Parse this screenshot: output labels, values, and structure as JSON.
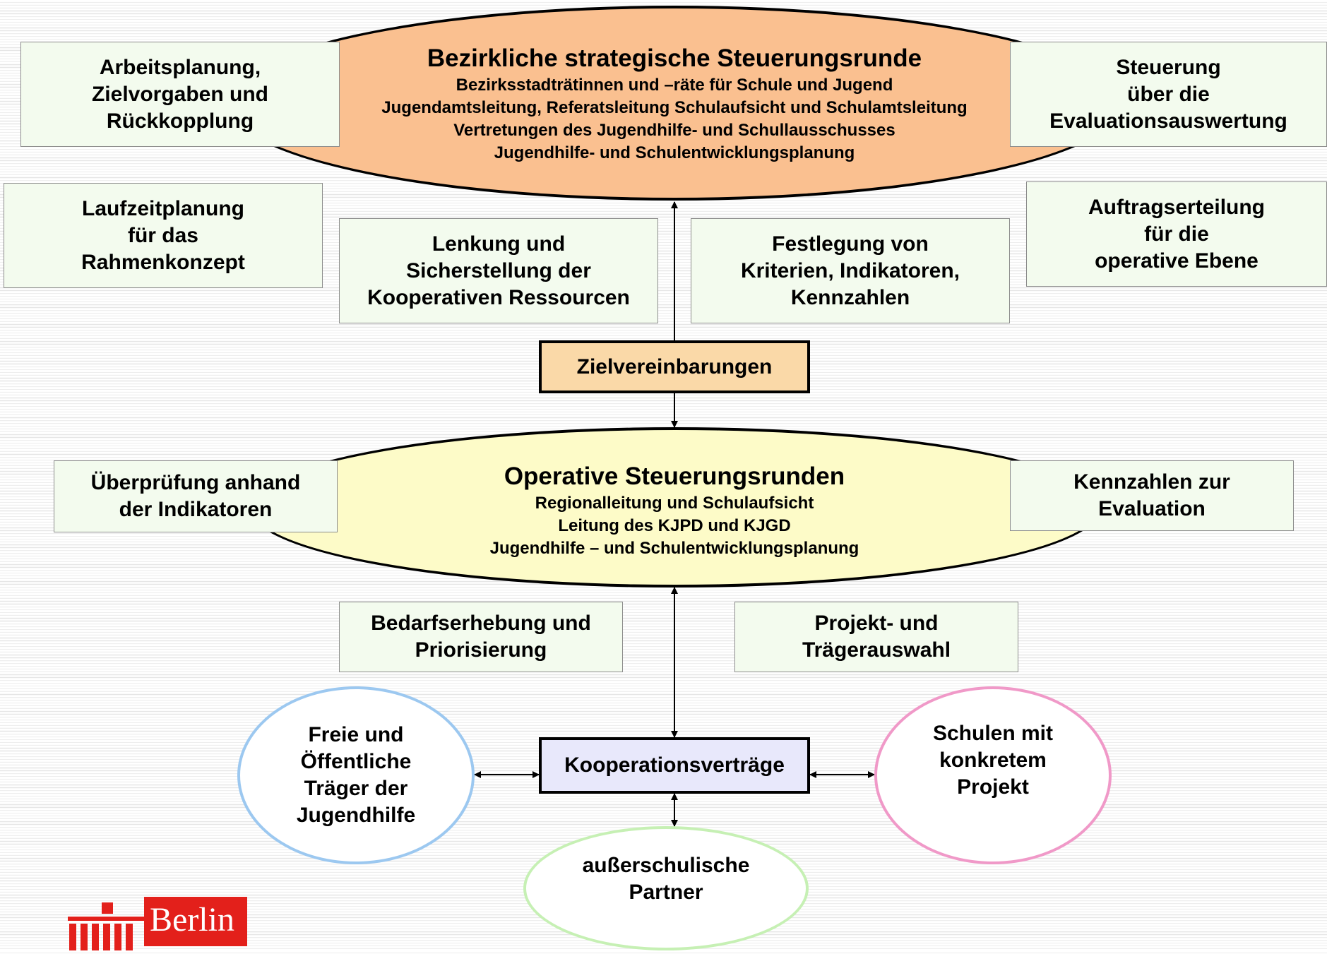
{
  "strategic": {
    "title": "Bezirkliche strategische Steuerungsrunde",
    "line1": "Bezirksstadträtinnen und –räte für Schule und Jugend",
    "line2": "Jugendamtsleitung, Referatsleitung Schulaufsicht und Schulamtsleitung",
    "line3": "Vertretungen des Jugendhilfe- und Schullausschusses",
    "line4": "Jugendhilfe- und Schulentwicklungsplanung",
    "fill": "#fac090"
  },
  "operative": {
    "title": "Operative Steuerungsrunden",
    "line1": "Regionalleitung und Schulaufsicht",
    "line2": "Leitung des KJPD und KJGD",
    "line3": "Jugendhilfe – und Schulentwicklungsplanung",
    "fill": "#fdfbc8"
  },
  "boxes": {
    "arbeitsplanung": "Arbeitsplanung,\nZielvorgaben und\nRückkopplung",
    "steuerung_eval": "Steuerung\nüber die\nEvaluationsauswertung",
    "laufzeitplanung": "Laufzeitplanung\nfür das\nRahmenkonzept",
    "auftragserteilung": "Auftragserteilung\nfür die\noperative Ebene",
    "lenkung": "Lenkung und\nSicherstellung der\nKooperativen  Ressourcen",
    "festlegung": "Festlegung von\nKriterien, Indikatoren,\nKennzahlen",
    "ueberpruefung": "Überprüfung anhand\nder Indikatoren",
    "kennzahlen": "Kennzahlen zur\nEvaluation",
    "bedarfserhebung": "Bedarfserhebung und\nPriorisierung",
    "projektauswahl": "Projekt- und\nTrägerauswahl"
  },
  "keyboxes": {
    "zielvereinbarungen": "Zielvereinbarungen",
    "zielvereinbarungen_fill": "#fad9a8",
    "kooperationsvertraege": "Kooperationsverträge",
    "kooperationsvertraege_fill": "#e8e8fb"
  },
  "partners": {
    "traeger": "Freie und\nÖffentliche\nTräger der\nJugendhilfe",
    "traeger_border": "#9cc8f0",
    "schulen": "Schulen mit\nkonkretem\nProjekt",
    "schulen_border": "#f099c8",
    "ausserschulisch": "außerschulische\nPartner",
    "ausserschulisch_border": "#c6f0b4"
  },
  "logo": {
    "text": "Berlin"
  }
}
